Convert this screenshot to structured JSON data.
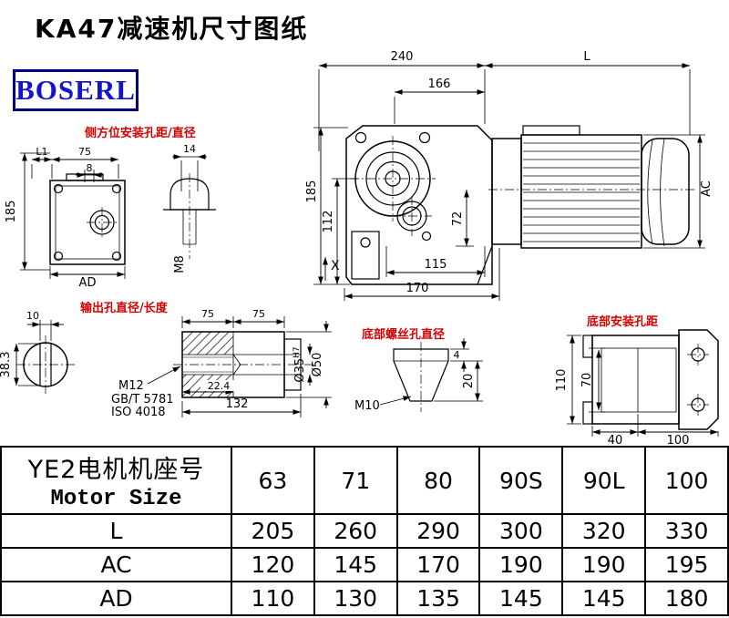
{
  "title": "KA47减速机尺寸图纸",
  "logo": "BOSERL",
  "drawing": {
    "red_labels": {
      "side_mount": "侧方位安装孔距/直径",
      "output_hole": "输出孔直径/长度",
      "bottom_screw": "底部螺丝孔直径",
      "bottom_mount": "底部安装孔距"
    },
    "main_view": {
      "w240": "240",
      "L": "L",
      "w166": "166",
      "h185": "185",
      "h112": "112",
      "h72": "72",
      "AC": "AC",
      "w115": "115",
      "w170": "170",
      "X": "X"
    },
    "side_view": {
      "L1": "L1",
      "w75": "75",
      "w8": "8",
      "h185": "185",
      "AD": "AD",
      "d14": "14",
      "M8": "M8"
    },
    "output_view": {
      "w10": "10",
      "h383": "38.3",
      "w75a": "75",
      "w75b": "75",
      "M12": "M12",
      "std1": "GB/T 5781",
      "std2": "ISO 4018",
      "w224": "22.4",
      "w132": "132",
      "d35": "Ø35",
      "d35sup": "H7",
      "d50": "Ø50"
    },
    "screw_view": {
      "h4": "4",
      "h20": "20",
      "M10": "M10"
    },
    "mount_view": {
      "h110": "110",
      "h70": "70",
      "w40": "40",
      "w100": "100"
    }
  },
  "table": {
    "header": {
      "line1": "YE2电机机座号",
      "line2": "Motor Size"
    },
    "columns": [
      "63",
      "71",
      "80",
      "90S",
      "90L",
      "100"
    ],
    "rows": [
      {
        "label": "L",
        "values": [
          "205",
          "260",
          "290",
          "300",
          "320",
          "330"
        ]
      },
      {
        "label": "AC",
        "values": [
          "120",
          "145",
          "170",
          "190",
          "190",
          "195"
        ]
      },
      {
        "label": "AD",
        "values": [
          "110",
          "130",
          "135",
          "145",
          "145",
          "180"
        ]
      }
    ]
  }
}
